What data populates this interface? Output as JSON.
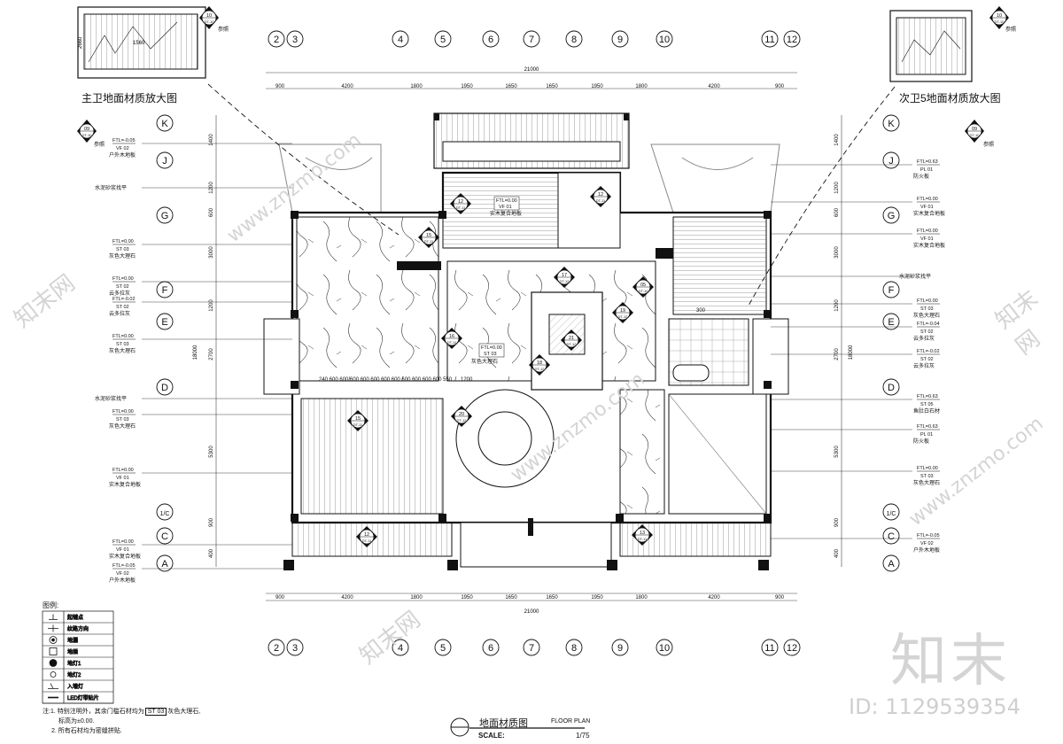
{
  "drawing": {
    "title_cn": "地面材质图",
    "title_en": "FLOOR PLAN",
    "scale_label": "SCALE:",
    "scale_value": "1/75"
  },
  "columns_top": [
    "2",
    "3",
    "4",
    "5",
    "6",
    "7",
    "8",
    "9",
    "10",
    "11",
    "12"
  ],
  "dims_top": [
    "900",
    "4200",
    "1800",
    "1950",
    "1650",
    "1650",
    "1950",
    "1800",
    "4200",
    "900"
  ],
  "total_width": "21000",
  "rows": [
    "K",
    "J",
    "G",
    "F",
    "E",
    "D",
    "1/C",
    "C",
    "A"
  ],
  "dims_left": [
    "1400",
    "1200",
    "600",
    "3000",
    "1200",
    "2700",
    "5300",
    "900",
    "400"
  ],
  "dims_right": [
    "1400",
    "1200",
    "600",
    "3000",
    "1200",
    "2700",
    "5300",
    "900",
    "400"
  ],
  "total_height": "18000",
  "left_tags": [
    {
      "code": "FTL=-0.05",
      "mat": "VF 02",
      "name": "户外木地板"
    },
    {
      "code": "",
      "mat": "",
      "name": "水泥砂浆找平"
    },
    {
      "code": "FTL=0.00",
      "mat": "ST 03",
      "name": "灰色大理石"
    },
    {
      "code": "FTL=0.00",
      "mat": "ST 02",
      "name": "云多拉灰"
    },
    {
      "code": "FTL=-0.02",
      "mat": "ST 02",
      "name": "云多拉灰"
    },
    {
      "code": "FTL=0.00",
      "mat": "ST 03",
      "name": "灰色大理石"
    },
    {
      "code": "",
      "mat": "",
      "name": "水泥砂浆找平"
    },
    {
      "code": "FTL=0.00",
      "mat": "ST 03",
      "name": "灰色大理石"
    },
    {
      "code": "FTL=0.00",
      "mat": "VF 01",
      "name": "实木复合地板"
    },
    {
      "code": "FTL=0.00",
      "mat": "VF 01",
      "name": "实木复合地板"
    },
    {
      "code": "FTL=-0.05",
      "mat": "VF 02",
      "name": "户外木地板"
    }
  ],
  "right_tags": [
    {
      "code": "FTL=0.63",
      "mat": "PL 01",
      "name": "防火板"
    },
    {
      "code": "FTL=0.00",
      "mat": "VF 01",
      "name": "实木复合地板"
    },
    {
      "code": "FTL=0.00",
      "mat": "VF 01",
      "name": "实木复合地板"
    },
    {
      "code": "",
      "mat": "",
      "name": "水泥砂浆找平"
    },
    {
      "code": "FTL=0.00",
      "mat": "ST 03",
      "name": "灰色大理石"
    },
    {
      "code": "FTL=-0.04",
      "mat": "ST 02",
      "name": "云多拉灰"
    },
    {
      "code": "FTL=-0.02",
      "mat": "ST 02",
      "name": "云多拉灰"
    },
    {
      "code": "FTL=0.63",
      "mat": "ST 05",
      "name": "鱼肚白石材"
    },
    {
      "code": "FTL=0.63",
      "mat": "PL 01",
      "name": "防火板"
    },
    {
      "code": "FTL=0.00",
      "mat": "ST 03",
      "name": "灰色大理石"
    },
    {
      "code": "FTL=-0.05",
      "mat": "VF 02",
      "name": "户外木地板"
    }
  ],
  "detail_left": {
    "title": "主卫地面材质放大图",
    "ref_top": "10",
    "ref_top_sheet": "DT-10",
    "ref_note": "参照",
    "ref_bottom": "09",
    "ref_bottom_sheet": "DT-10",
    "dim_1": "1560",
    "dim_2": "2660"
  },
  "detail_right": {
    "title": "次卫5地面材质放大图",
    "ref_top": "10",
    "ref_top_sheet": "DT-10",
    "ref_note": "参照",
    "ref_bottom": "09",
    "ref_bottom_sheet": "DT-10"
  },
  "legend": {
    "title": "图例:",
    "items": [
      "起铺点",
      "纹路方向",
      "地漏",
      "地插",
      "地灯1",
      "地灯2",
      "入墙灯",
      "LED灯带贴片"
    ]
  },
  "notes": {
    "line1_prefix": "注:1. 特别注明外，其余门槛石材均为",
    "line1_tag": "ST 03",
    "line1_suffix": "灰色大理石,",
    "line2": "标高为±0.00.",
    "line3": "2. 所有石材均为密缝拼贴."
  },
  "plan_labels": {
    "wood_floor": "实木复合地板",
    "grey_marble": "灰色大理石",
    "tile_dims": [
      "240",
      "600",
      "600",
      "600",
      "600",
      "600",
      "600",
      "600",
      "600",
      "600",
      "600",
      "600",
      "550"
    ],
    "dim_1200": "1200",
    "dim_300": "300"
  },
  "plan_tags": [
    {
      "code": "FTL=0.00",
      "mat": "VF 01"
    },
    {
      "code": "FTL=0.00",
      "mat": "ST 03"
    }
  ],
  "section_markers": [
    {
      "num": "12",
      "sheet": "DT-11"
    },
    {
      "num": "12",
      "sheet": "DT-11"
    },
    {
      "num": "15",
      "sheet": "DT-11"
    },
    {
      "num": "17",
      "sheet": "DT-12"
    },
    {
      "num": "05",
      "sheet": "DT-10"
    },
    {
      "num": "19",
      "sheet": "DT-12"
    },
    {
      "num": "16",
      "sheet": "DT-11"
    },
    {
      "num": "15",
      "sheet": "DT-11"
    },
    {
      "num": "12",
      "sheet": "DT-11"
    },
    {
      "num": "13",
      "sheet": "DT-11"
    },
    {
      "num": "20",
      "sheet": "DT-12"
    },
    {
      "num": "18",
      "sheet": "DT-12"
    },
    {
      "num": "21",
      "sheet": "DT-12"
    }
  ],
  "watermark": {
    "brand": "知末",
    "site": "www.znzmo.com",
    "site_cn": "知末网",
    "id": "ID: 1129539354"
  }
}
